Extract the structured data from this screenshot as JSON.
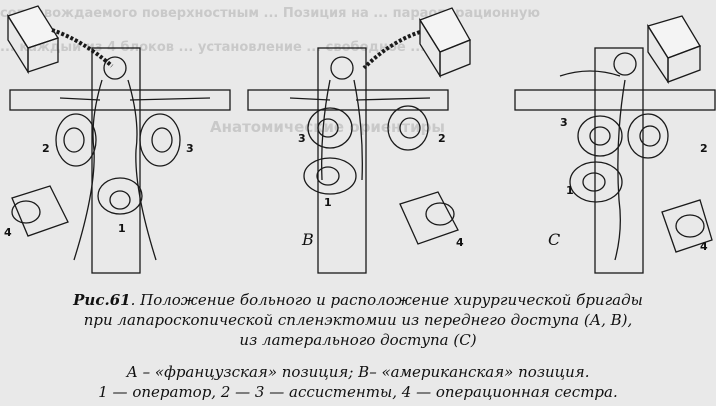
{
  "background_fragments": [
    "сопровождаемого поверхностным ... Позиция на ... параоперационную",
    "... каждый из 4 блоков ... установление ... свободное ...",
    "Анатомические ориентиры"
  ],
  "panels": [
    {
      "letter": "",
      "markers": [
        "2",
        "3",
        "1",
        "4"
      ]
    },
    {
      "letter": "B",
      "markers": [
        "3",
        "2",
        "1",
        "4"
      ]
    },
    {
      "letter": "C",
      "markers": [
        "3",
        "2",
        "1",
        "4"
      ]
    }
  ],
  "caption": {
    "lead": "Рис.61",
    "line1_rest": ". Положение больного и расположение хирургической бригады",
    "line2": "при лапароскопической спленэктомии из переднего доступа (А, В),",
    "line3": "из латерального доступа (С)"
  },
  "legend": {
    "line1": "А – «французская» позиция; В– «американская» позиция.",
    "line2": "1 — оператор, 2 — 3 — ассистенты, 4 — операционная сестра."
  },
  "colors": {
    "ink": "#1a1a1a",
    "paper": "#e9e9e9",
    "faded": "#c9c9c9"
  }
}
